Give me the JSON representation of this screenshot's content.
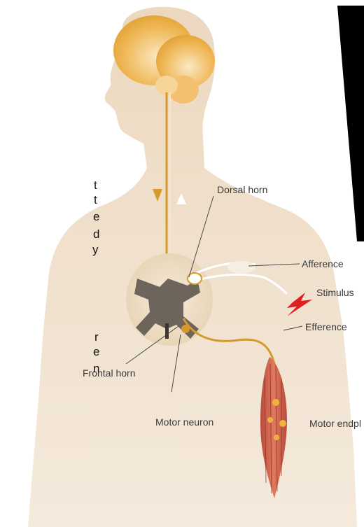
{
  "labels": {
    "dorsal_horn": "Dorsal horn",
    "afference": "Afference",
    "stimulus": "Stimulus",
    "efference": "Efference",
    "frontal_horn": "Frontal horn",
    "motor_neuron": "Motor neuron",
    "motor_endplate": "Motor endpl"
  },
  "left_text_fragments": [
    "t",
    "t",
    "e",
    "d",
    "y",
    "r",
    "e",
    "n"
  ],
  "colors": {
    "body_skin": "#ecd8bf",
    "brain": "#e9a93a",
    "nerve": "#d49a2d",
    "spinal_gray": "#6d655c",
    "muscle": "#c0392b",
    "stimulus_bolt": "#e02020",
    "black_panel": "#000000"
  }
}
